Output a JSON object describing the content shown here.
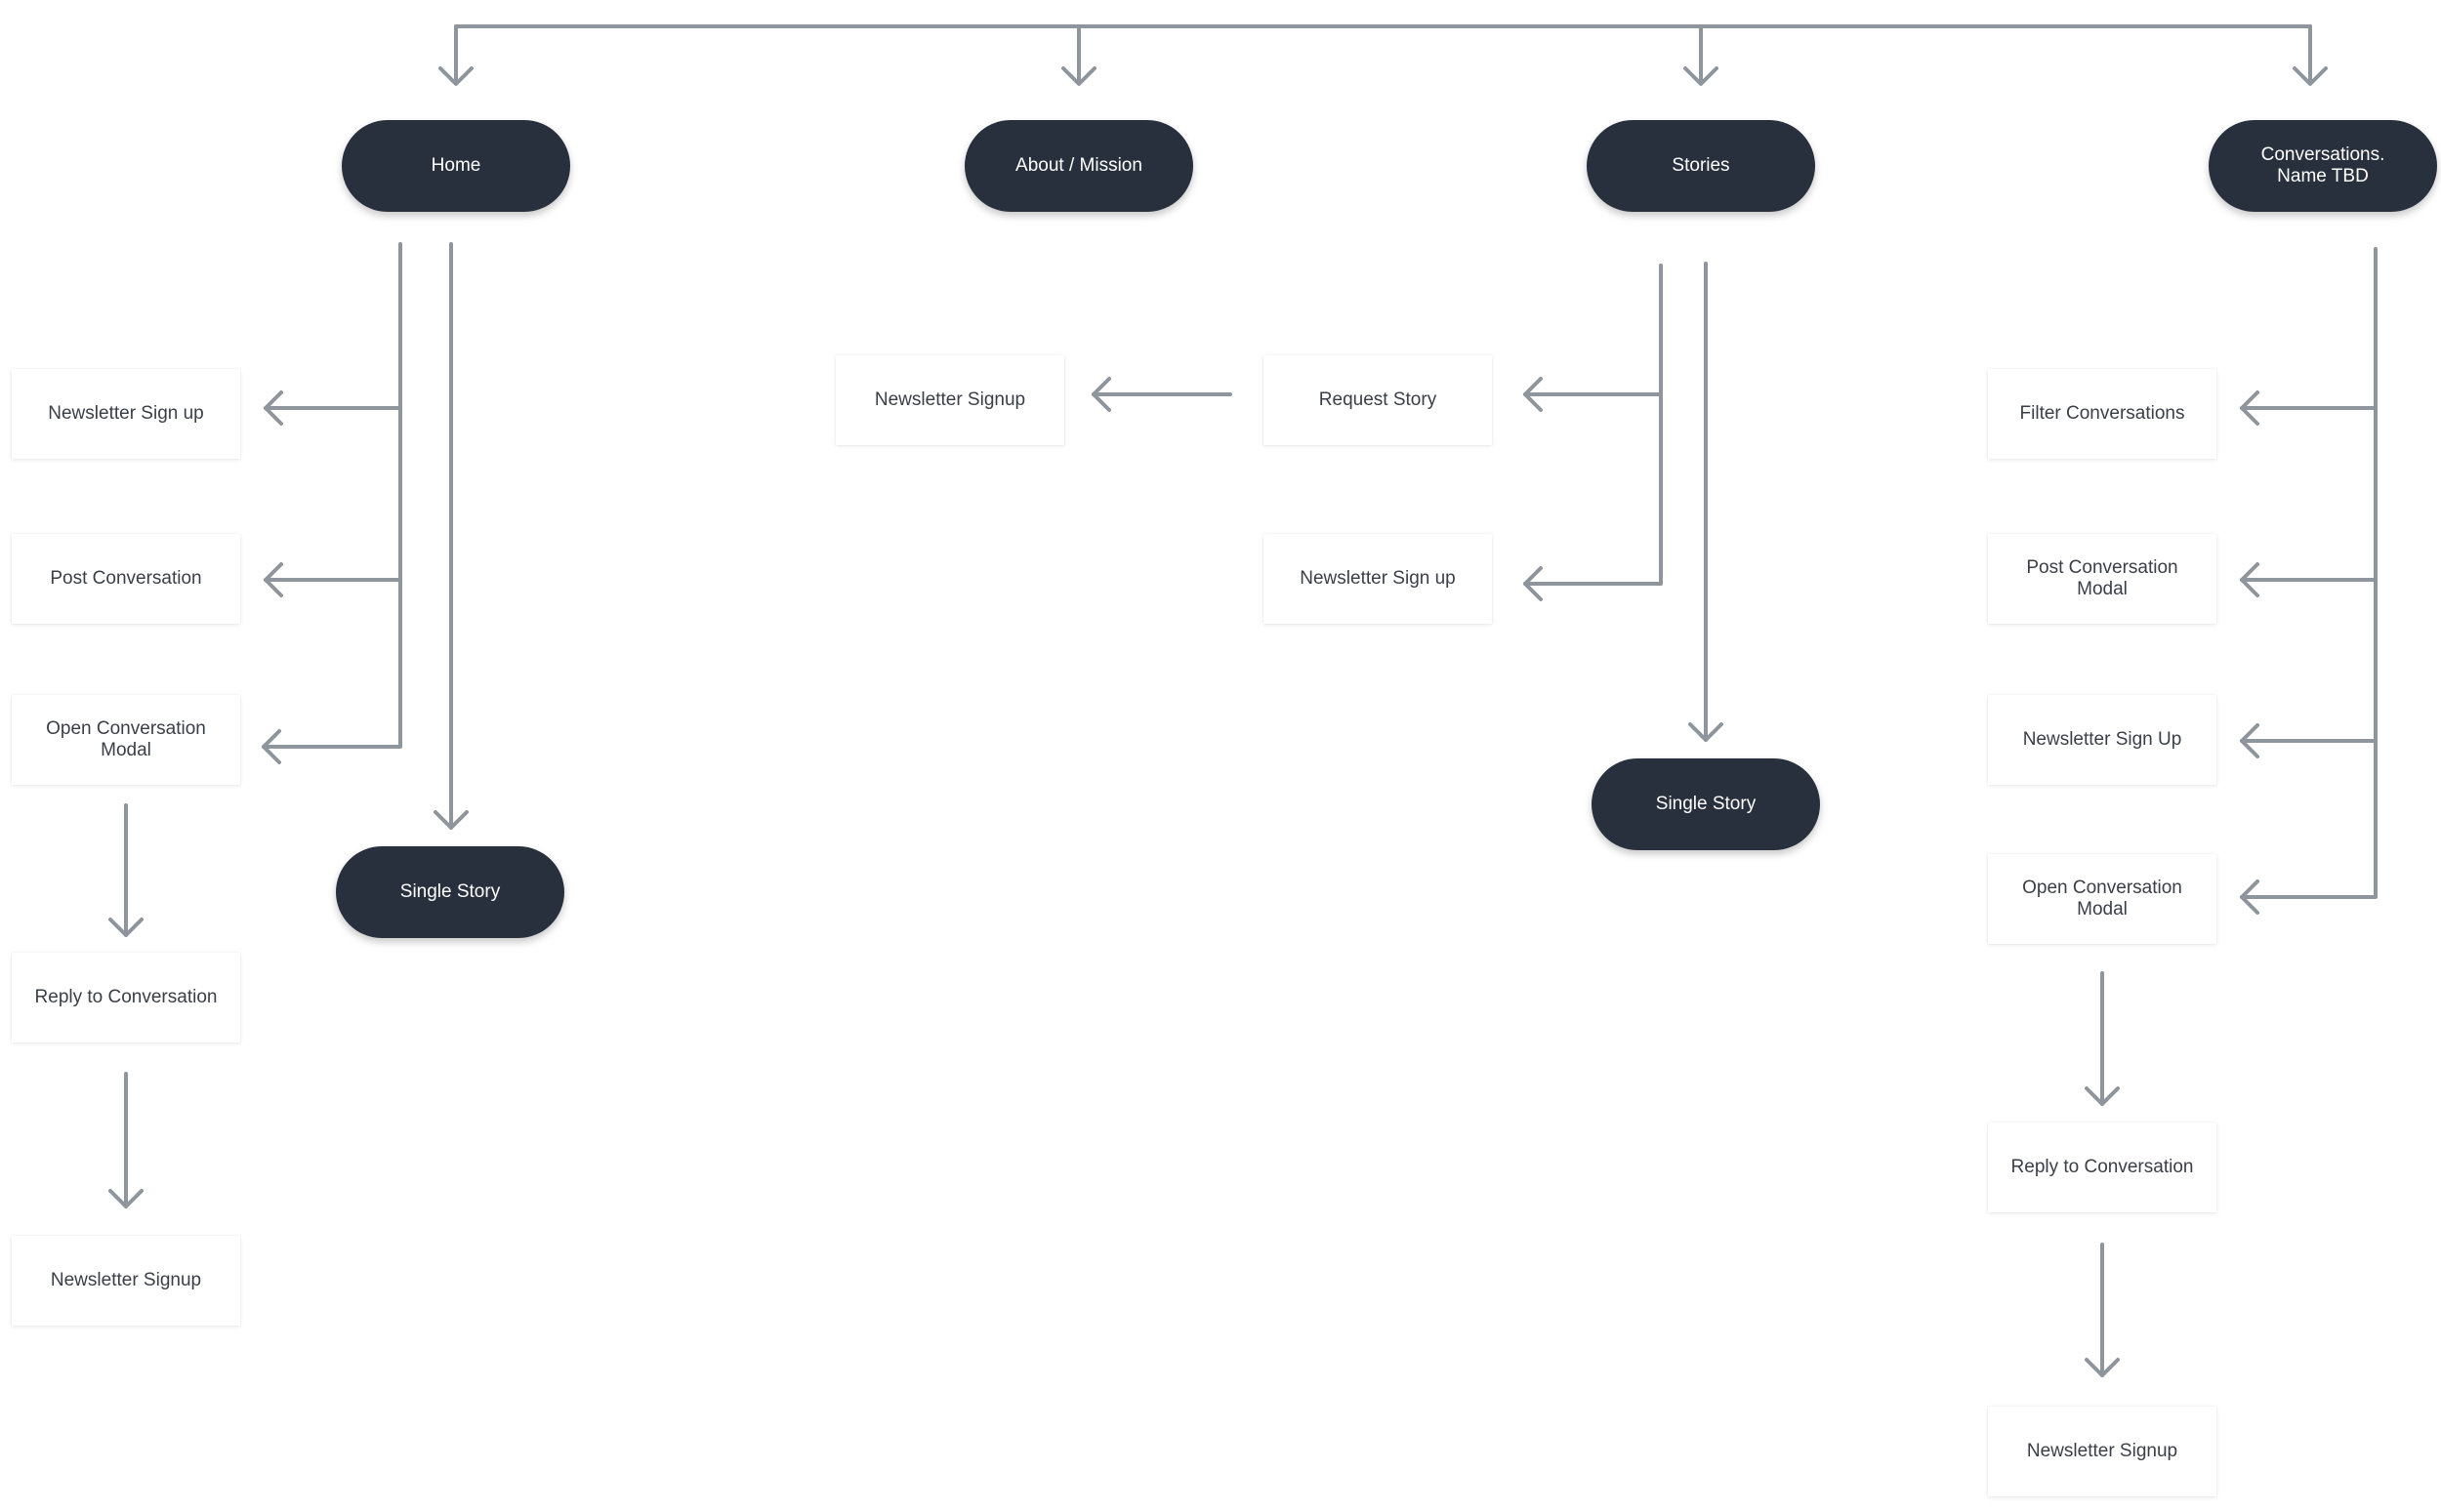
{
  "pages": {
    "home": "Home",
    "about": "About / Mission",
    "stories": "Stories",
    "conversations_line1": "Conversations.",
    "conversations_line2": "Name TBD"
  },
  "home_flow": {
    "newsletter_sign_up": "Newsletter Sign up",
    "post_conversation": "Post Conversation",
    "open_modal_line1": "Open Conversation",
    "open_modal_line2": "Modal",
    "reply": "Reply to Conversation",
    "newsletter_signup": "Newsletter Signup",
    "single_story": "Single Story"
  },
  "stories_flow": {
    "newsletter_signup": "Newsletter Signup",
    "request_story": "Request Story",
    "newsletter_sign_up": "Newsletter Sign up",
    "single_story": "Single Story"
  },
  "conversations_flow": {
    "filter": "Filter Conversations",
    "post_modal_line1": "Post Conversation",
    "post_modal_line2": "Modal",
    "newsletter_sign_up": "Newsletter Sign Up",
    "open_modal_line1": "Open Conversation",
    "open_modal_line2": "Modal",
    "reply": "Reply to Conversation",
    "newsletter_signup": "Newsletter Signup"
  },
  "colors": {
    "node_dark": "#28303d",
    "node_text": "#ffffff",
    "card_bg": "#ffffff",
    "card_text": "#3a3f47",
    "connector": "#8f959c"
  }
}
